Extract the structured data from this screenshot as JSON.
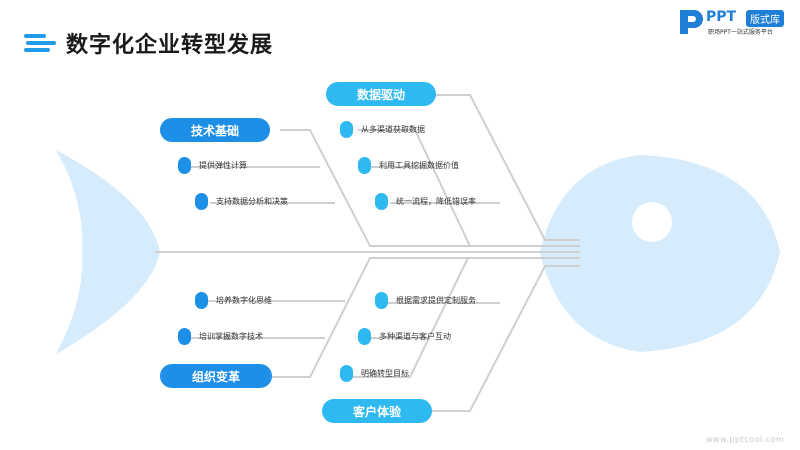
{
  "header": {
    "title": "数字化企业转型发展"
  },
  "logo": {
    "brand": "PPT",
    "badge": "版式库",
    "tagline": "职场PPT一站式服务平台"
  },
  "categories": {
    "data_driven": "数据驱动",
    "tech_foundation": "技术基础",
    "org_change": "组织变革",
    "customer_experience": "客户体验"
  },
  "items": {
    "data_driven": [
      "从多渠道获取数据",
      "利用工具挖掘数据价值",
      "统一流程，降低错误率"
    ],
    "tech_foundation": [
      "提供弹性计算",
      "支持数据分析和决策"
    ],
    "org_change": [
      "培养数字化思维",
      "培训掌握数字技术"
    ],
    "customer_experience": [
      "根据需求提供定制服务",
      "多种渠道与客户互动",
      "明确转型目标"
    ]
  },
  "colors": {
    "dark_blue": "#1e8fe6",
    "light_blue": "#2ebaf0",
    "fish_body": "#d6ebfb",
    "lines": "#cfcfcf"
  },
  "watermark": "www.pptcool.com"
}
